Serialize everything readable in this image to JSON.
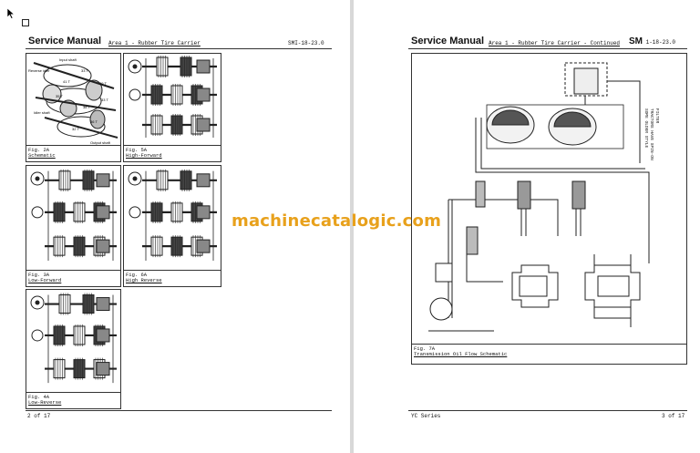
{
  "watermark": "machinecatalogic.com",
  "left_page": {
    "title": "Service Manual",
    "area": "Area 1 - Rubber Tire Carrier",
    "code": "SMI-18-23.0",
    "footer": "2 of 17",
    "figures": [
      {
        "fig": "Fig. 2A",
        "caption": "Schematic",
        "labels": [
          "Input shaft",
          "Reverse idler",
          "Idler shaft",
          "Output shaft",
          "33 T",
          "41 T",
          "39 T",
          "35 T",
          "33 T",
          "38 T",
          "36 T",
          "32 T"
        ]
      },
      {
        "fig": "Fig. 5A",
        "caption": "High-Forward"
      },
      {
        "fig": "Fig. 3A",
        "caption": "Low-Forward"
      },
      {
        "fig": "Fig. 6A",
        "caption": "High Reverse"
      },
      {
        "fig": "Fig. 4A",
        "caption": "Low-Reverse"
      }
    ]
  },
  "right_page": {
    "title": "Service Manual",
    "area": "Area 1 - Rubber Tire Carrier - Continued",
    "code_prefix": "SM",
    "code": "1-18-23.0",
    "figure": {
      "fig": "Fig. 7A",
      "caption": "Transmission Oil Flow Schematic",
      "side_text": [
        "SOME OLDER STYLE",
        "TRACTORS HAVE SPIN-ON",
        "FILTER"
      ]
    },
    "footer_left": "YC Series",
    "footer_right": "3 of 17"
  }
}
